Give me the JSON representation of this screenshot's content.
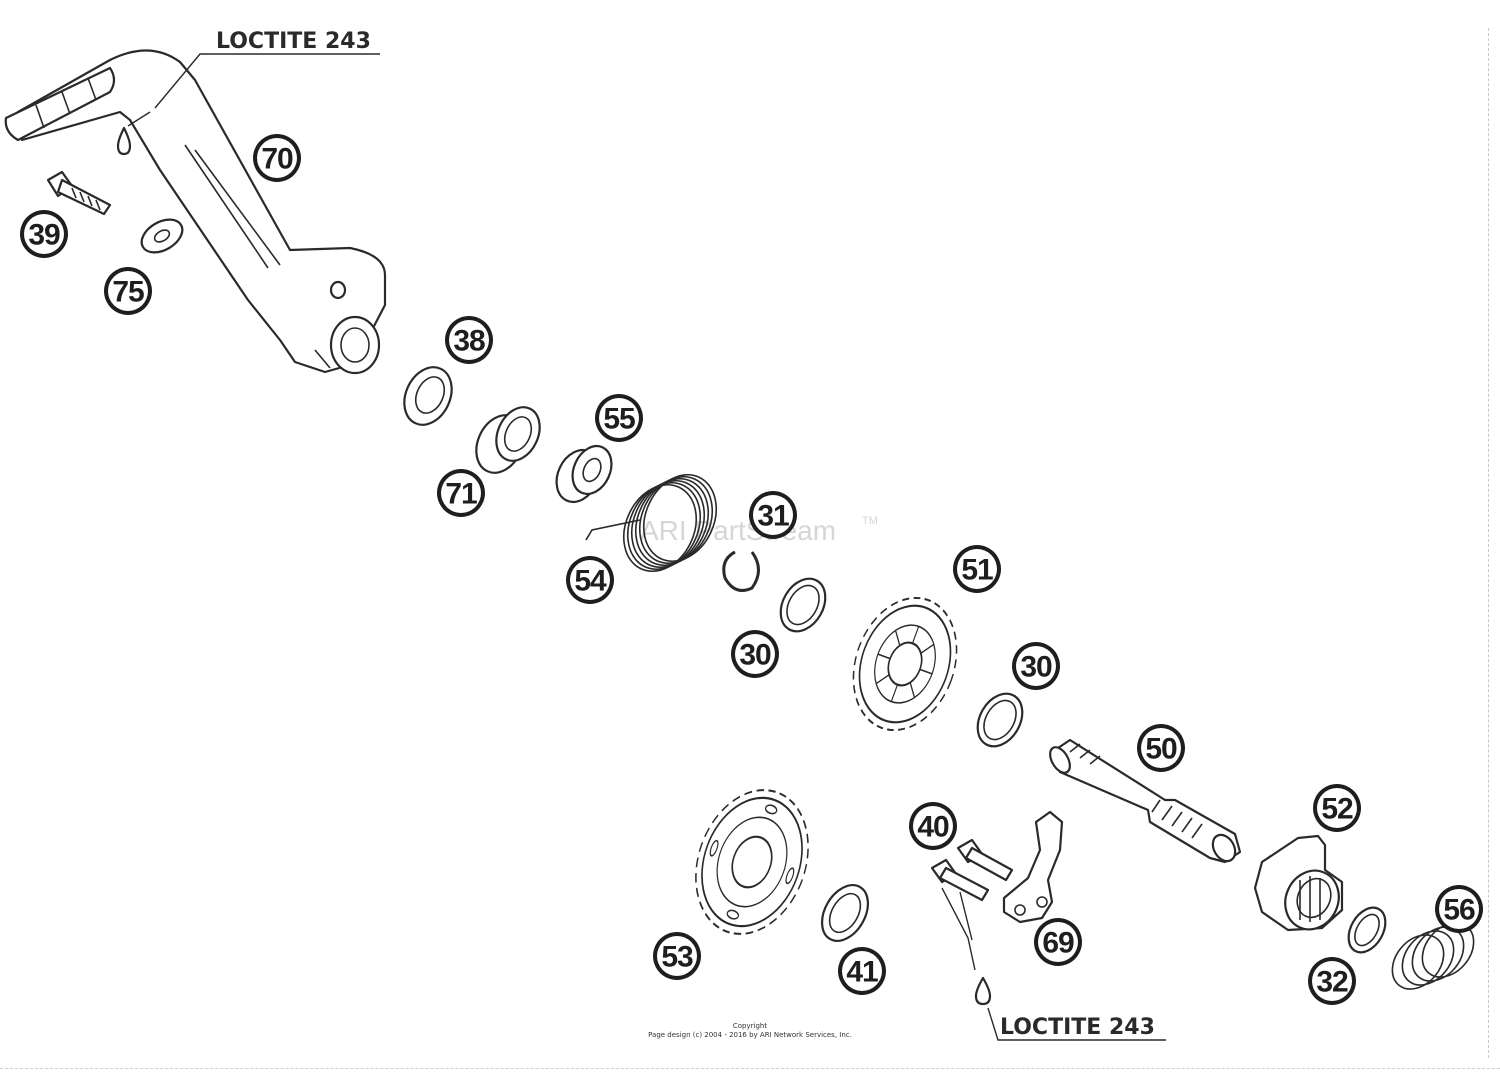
{
  "watermark": {
    "text": "ARI PartStream",
    "tm": "TM"
  },
  "notes": [
    {
      "id": "note-top",
      "text": "LOCTITE 243"
    },
    {
      "id": "note-bottom",
      "text": "LOCTITE 243"
    }
  ],
  "callouts": [
    "70",
    "39",
    "75",
    "38",
    "55",
    "71",
    "31",
    "54",
    "51",
    "30",
    "30",
    "50",
    "52",
    "40",
    "69",
    "56",
    "53",
    "41",
    "32"
  ],
  "copyright": {
    "line1": "Copyright",
    "line2": "Page design (c) 2004 - 2016 by ARI Network Services, Inc."
  },
  "colors": {
    "ink": "#1e1e1e",
    "watermark": "#d6d6d6",
    "background": "#ffffff"
  }
}
